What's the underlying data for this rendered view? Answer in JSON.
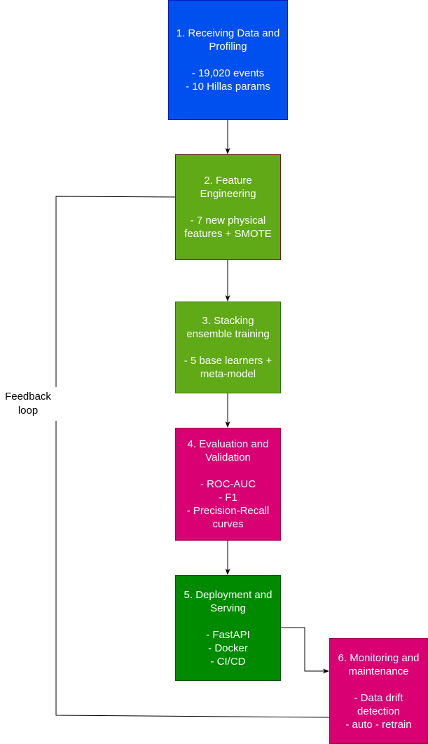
{
  "colors": {
    "blue": "#0050EF",
    "blue_border": "#001DBC",
    "lime": "#60A917",
    "lime_border": "#2D7600",
    "magenta": "#D80073",
    "magenta_border": "#A50040",
    "green": "#008A00",
    "green_border": "#005700",
    "edge": "#000000"
  },
  "nodes": {
    "step1": {
      "text": "1. Receiving Data and Profiling\n\n- 19,020 events\n- 10 Hillas params"
    },
    "step2": {
      "text": "2. Feature Engineering\n\n- 7 new physical features + SMOTE"
    },
    "step3": {
      "text": "3. Stacking ensemble training\n\n- 5 base learners + meta-model"
    },
    "step4": {
      "text": "4. Evaluation and Validation\n\n- ROC-AUC\n- F1\n- Precision-Recall curves"
    },
    "step5": {
      "text": "5. Deployment and Serving\n\n- FastAPI\n- Docker\n- CI/CD"
    },
    "step6": {
      "text": "6. Monitoring and maintenance\n\n- Data drift detection\n- auto - retrain"
    }
  },
  "edges": {
    "feedback_label_line1": "Feedback",
    "feedback_label_line2": "loop"
  }
}
